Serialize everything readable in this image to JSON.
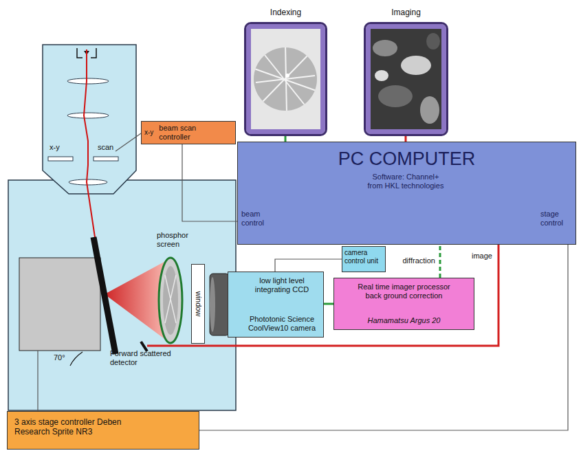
{
  "diagram": {
    "nodes": [
      {
        "text": [
          "Indexing"
        ]
      },
      {
        "text": [
          "Imaging"
        ]
      },
      {
        "text": [
          "x-y",
          "beam scan controller"
        ]
      },
      {
        "text": [
          "PC COMPUTER",
          "Software: Channel+ from HKL technologies",
          "beam control",
          "stage control"
        ]
      },
      {
        "text": [
          "camera control unit"
        ]
      },
      {
        "text": [
          "low light level integrating CCD",
          "Phototonic Science CoolView10 camera"
        ]
      },
      {
        "text": [
          "Real time imager processor back ground correction",
          "Hamamatsu Argus 20"
        ]
      },
      {
        "text": [
          "3 axis stage controller Deben Research Sprite NR3"
        ]
      },
      {
        "text": [
          "window"
        ]
      }
    ],
    "edges": [
      {
        "from": 3,
        "to": 0,
        "arrow": "none"
      },
      {
        "from": 3,
        "to": 1,
        "arrow": "none"
      },
      {
        "from": 3,
        "to": 2,
        "arrow": "none"
      },
      {
        "from": 4,
        "to": 5,
        "arrow": "none"
      },
      {
        "from": 5,
        "to": 6,
        "arrow": "none"
      },
      {
        "from": 6,
        "to": 3,
        "label": "diffraction",
        "arrow": "none"
      },
      {
        "from": 3,
        "to": 7,
        "arrow": "none"
      }
    ],
    "labels": [
      "x-y",
      "scan",
      "phosphor screen",
      "70°",
      "Forward scattered detector",
      "image"
    ]
  }
}
